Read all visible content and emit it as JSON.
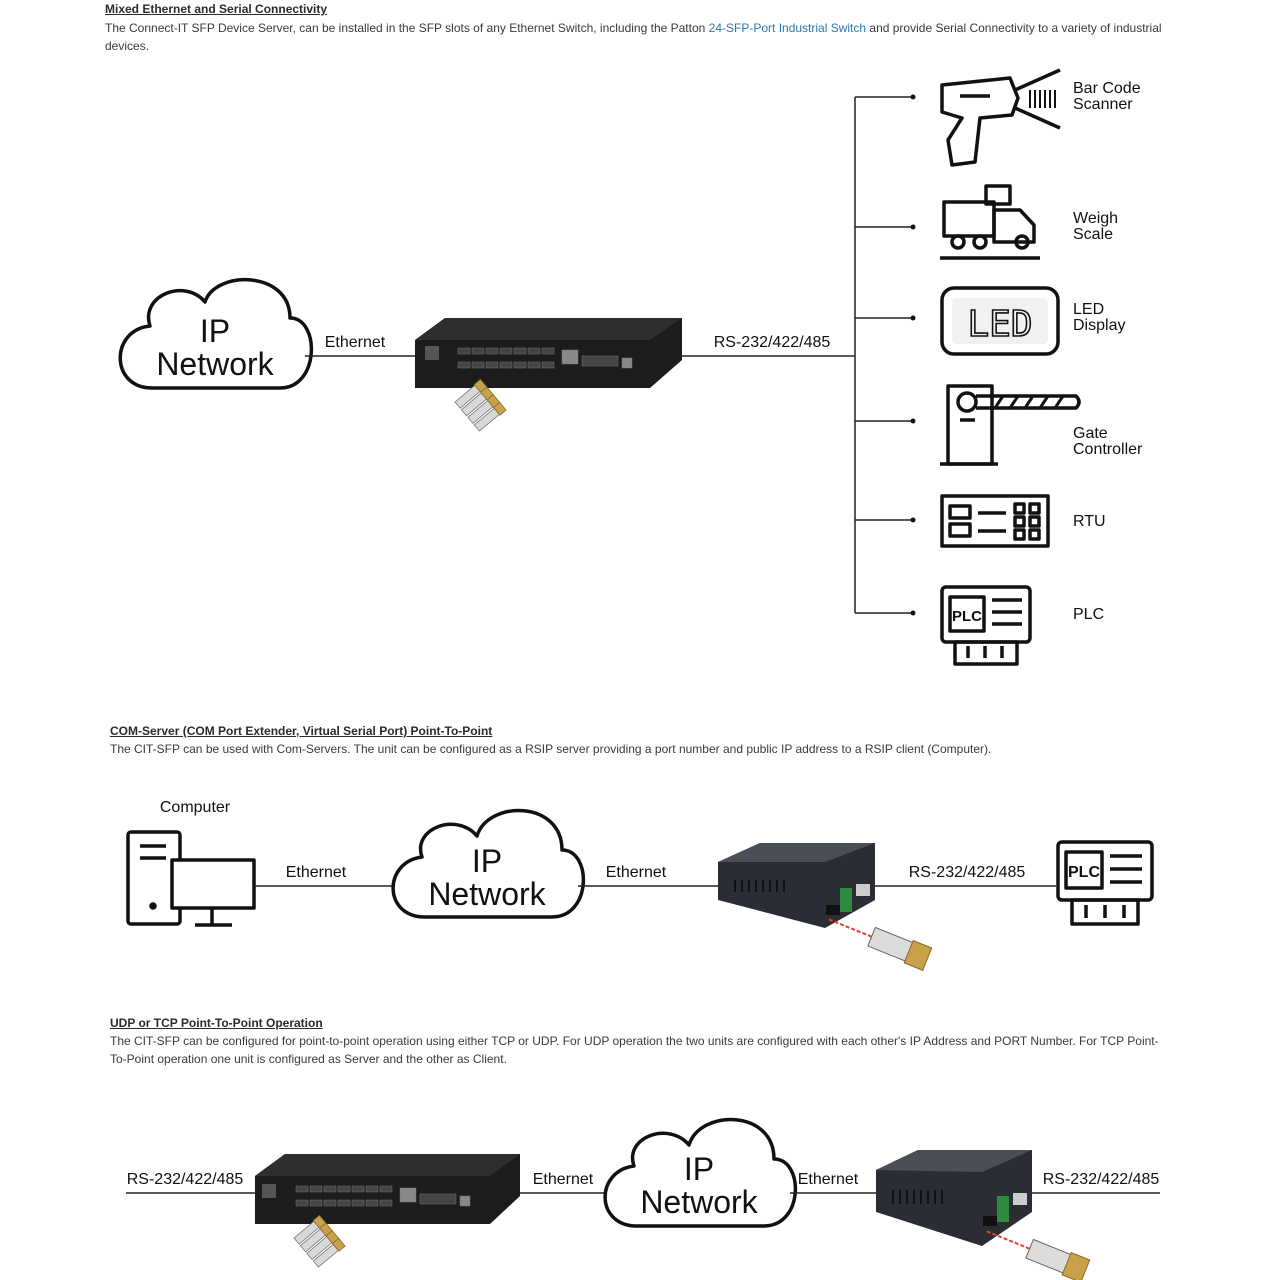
{
  "section1": {
    "heading": "Mixed Ethernet and Serial Connectivity",
    "text_before": "The Connect-IT SFP Device Server, can be installed in the SFP slots of any Ethernet Switch, including the Patton",
    "link": "24-SFP-Port Industrial Switch",
    "text_after": "and provide Serial Connectivity to a variety of industrial devices."
  },
  "section2": {
    "heading": "COM-Server (COM Port Extender, Virtual Serial Port) Point-To-Point",
    "text": "The CIT-SFP can be used with Com-Servers. The unit can be configured as a RSIP server providing a port number and public IP address to a RSIP client (Computer)."
  },
  "section3": {
    "heading": "UDP or TCP Point-To-Point Operation",
    "text": "The CIT-SFP can be configured for point-to-point operation using either TCP or UDP. For UDP operation the two units are configured with each other's IP Address and PORT Number. For TCP Point-To-Point operation one unit is configured as Server and the other as Client."
  },
  "cloud": {
    "line1": "IP",
    "line2": "Network"
  },
  "links": {
    "ethernet": "Ethernet",
    "serial": "RS-232/422/485"
  },
  "diagram1": {
    "devices": [
      {
        "line1": "Bar Code",
        "line2": "Scanner",
        "icon": "barcode-scanner-icon"
      },
      {
        "line1": "Weigh",
        "line2": "Scale",
        "icon": "weigh-scale-truck-icon"
      },
      {
        "line1": "LED",
        "line2": "Display",
        "icon": "led-display-icon"
      },
      {
        "line1": "Gate",
        "line2": "Controller",
        "icon": "gate-barrier-icon"
      },
      {
        "line1": "RTU",
        "line2": "",
        "icon": "rtu-icon"
      },
      {
        "line1": "PLC",
        "line2": "",
        "icon": "plc-icon"
      }
    ],
    "led_text": "LED",
    "plc_text": "PLC"
  },
  "diagram2": {
    "computer_label": "Computer",
    "plc_text": "PLC"
  },
  "colors": {
    "link": "#2a7ab0",
    "switch_body": "#1c1c1c",
    "sfp_gold": "#c8a24a",
    "line": "#222222"
  }
}
